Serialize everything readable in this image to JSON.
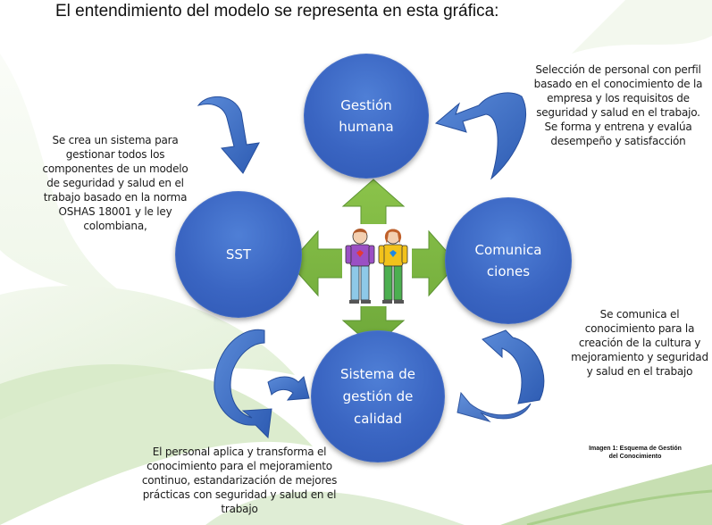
{
  "title": "El entendimiento del modelo se representa en esta gráfica:",
  "nodes": {
    "top": "Gestión\nhumana",
    "left": "SST",
    "right": "Comunica\nciones",
    "bottom": "Sistema de\ngestión de\ncalidad"
  },
  "notes": {
    "top_right": "Selección de personal con perfil basado en el conocimiento de la empresa y los requisitos de seguridad y salud en el trabajo. Se forma y entrena y evalúa desempeño y satisfacción",
    "left": "Se crea un sistema para gestionar todos los componentes de un modelo de seguridad y salud en el trabajo basado en la norma OSHAS 18001 y le ley colombiana,",
    "right": "Se comunica el conocimiento para la creación de la cultura y mejoramiento y seguridad y salud en el trabajo",
    "bottom": "El personal aplica y transforma el conocimiento para el mejoramiento continuo, estandarización de mejores prácticas con seguridad y salud en el trabajo"
  },
  "caption": "Imagen 1: Esquema de Gestión del Conocimiento",
  "colors": {
    "circle": "#3a65c2",
    "cross_arrow": "#7cb342",
    "curved_arrow": "#3464bc",
    "background_leaf": "#e6f1dc"
  },
  "icons": {
    "center": "two-people-icon"
  }
}
